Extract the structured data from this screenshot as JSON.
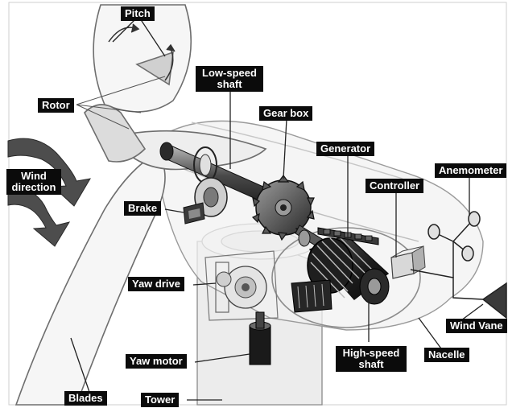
{
  "labels": {
    "pitch": "Pitch",
    "rotor": "Rotor",
    "low_speed_shaft": "Low-speed shaft",
    "gear_box": "Gear box",
    "generator": "Generator",
    "anemometer": "Anemometer",
    "wind_direction": "Wind direction",
    "controller": "Controller",
    "brake": "Brake",
    "yaw_drive": "Yaw drive",
    "wind_vane": "Wind Vane",
    "yaw_motor": "Yaw motor",
    "high_speed_shaft": "High-speed shaft",
    "nacelle": "Nacelle",
    "blades": "Blades",
    "tower": "Tower"
  }
}
